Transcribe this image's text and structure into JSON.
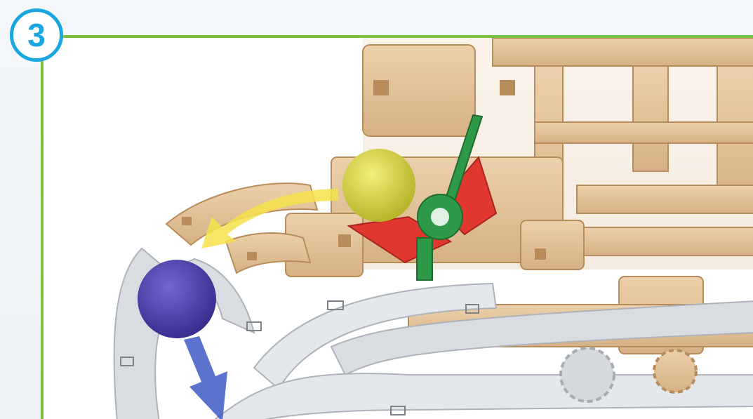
{
  "step": {
    "number": "3"
  },
  "colors": {
    "frame_border": "#7ac143",
    "badge_border": "#1aa7e0",
    "wood": "#e2c097",
    "wood_dark": "#b98c5c",
    "track": "#d9dde2",
    "ball_yellow": "#d6d43a",
    "ball_blue": "#4b3fa8",
    "lever_green": "#2e9a48",
    "lever_red": "#e0372e",
    "arrow_yellow": "#f6e24a",
    "arrow_blue": "#3f5bc6"
  },
  "illustration": {
    "icons": [
      "wooden-frame",
      "yellow-ball",
      "blue-ball",
      "green-lever",
      "red-catch",
      "yellow-arrow",
      "blue-arrow",
      "white-track",
      "gear"
    ]
  }
}
